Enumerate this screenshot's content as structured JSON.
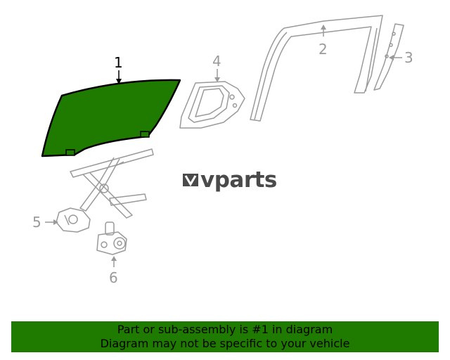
{
  "diagram": {
    "callouts": [
      {
        "id": "1",
        "label": "1",
        "highlighted": true
      },
      {
        "id": "2",
        "label": "2",
        "highlighted": false
      },
      {
        "id": "3",
        "label": "3",
        "highlighted": false
      },
      {
        "id": "4",
        "label": "4",
        "highlighted": false
      },
      {
        "id": "5",
        "label": "5",
        "highlighted": false
      },
      {
        "id": "6",
        "label": "6",
        "highlighted": false
      }
    ],
    "highlight_color": "#1f7a00",
    "line_color": "#9a9a9a"
  },
  "watermark": {
    "logo_icon": "ev-logo-icon",
    "text": "vparts"
  },
  "banner": {
    "line1": "Part or sub-assembly is #1 in diagram",
    "line2": "Diagram may not be specific to your vehicle",
    "background": "#1f7a00"
  }
}
